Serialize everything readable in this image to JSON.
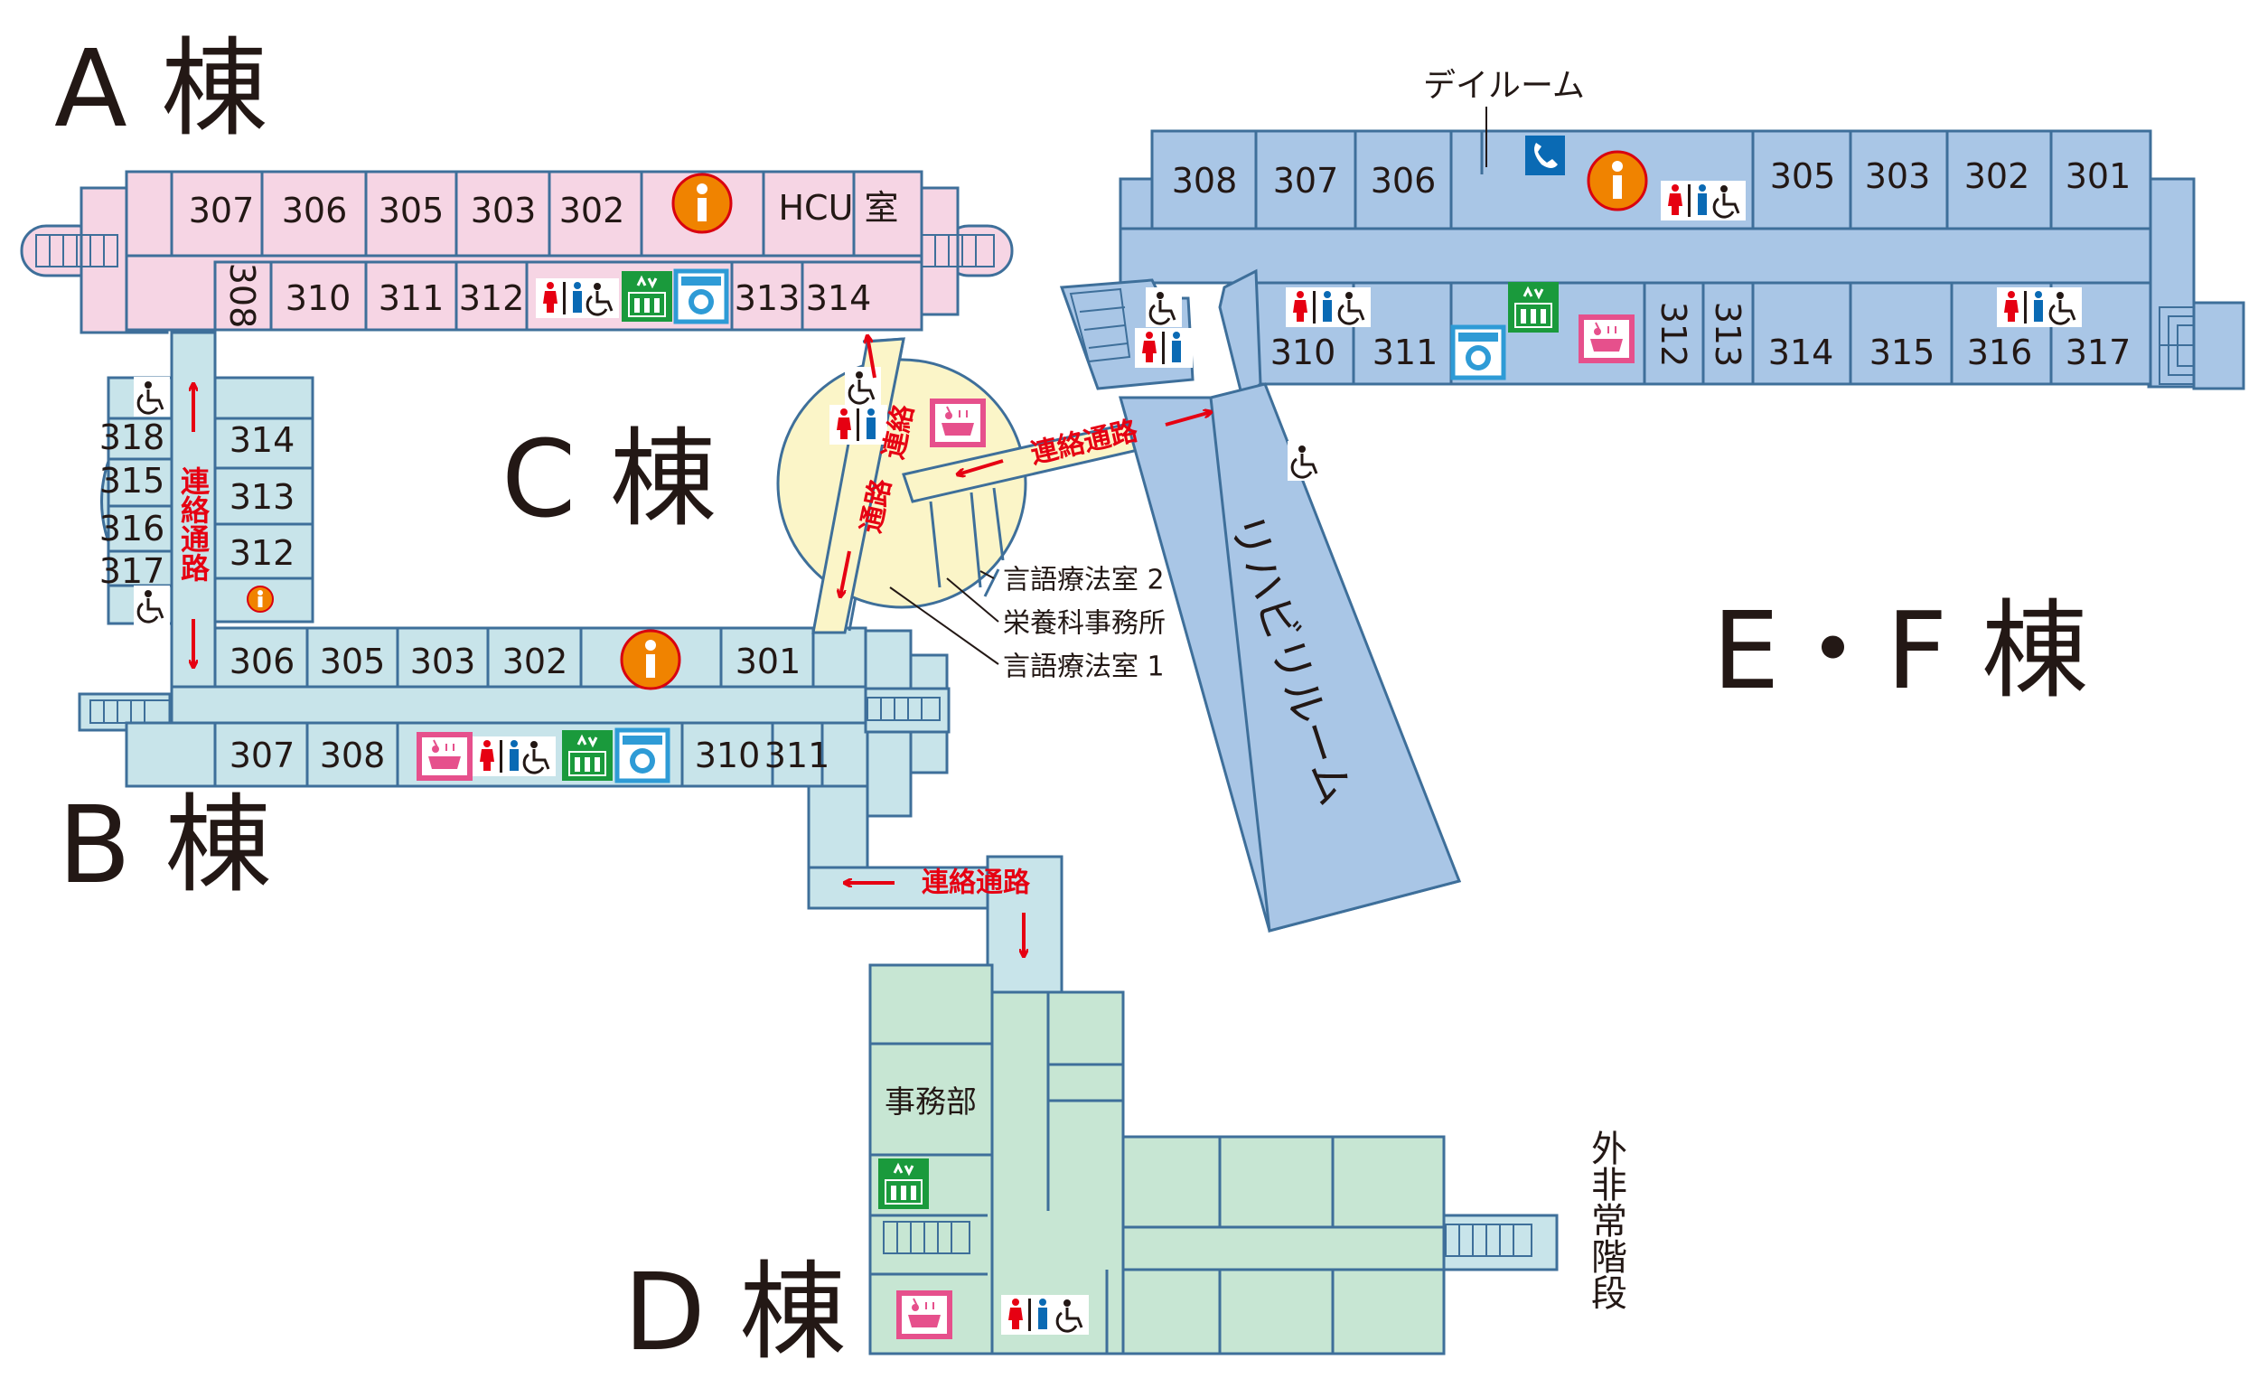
{
  "buildings": {
    "a": "A 棟",
    "b": "B 棟",
    "c": "C 棟",
    "d": "D 棟",
    "ef": "E・F 棟"
  },
  "a_wing": {
    "top_rooms": [
      "307",
      "306",
      "305",
      "303",
      "302"
    ],
    "hcu": "HCU 室",
    "bottom_rooms": [
      "308",
      "310",
      "311",
      "312",
      "313",
      "314"
    ]
  },
  "c_wing": {
    "left_rooms": [
      "318",
      "315",
      "316",
      "317"
    ],
    "inner_rooms": [
      "314",
      "313",
      "312"
    ],
    "bottom_rooms": [
      "306",
      "305",
      "303",
      "302",
      "301"
    ]
  },
  "b_wing": {
    "rooms": [
      "307",
      "308",
      "310",
      "311"
    ]
  },
  "ef_wing": {
    "top_left_rooms": [
      "308",
      "307",
      "306"
    ],
    "top_right_rooms": [
      "305",
      "303",
      "302",
      "301"
    ],
    "bottom_rooms": [
      "310",
      "311",
      "312",
      "313",
      "314",
      "315",
      "316",
      "317"
    ],
    "dayroom": "デイルーム",
    "rehab": "リハビリルーム"
  },
  "junction": {
    "room1": "言語療法室 2",
    "room2": "栄養科事務所",
    "room3": "言語療法室 1"
  },
  "d_wing": {
    "office": "事務部",
    "stairs": "外非常階段"
  },
  "corridors": {
    "vertical_label": "連絡通路",
    "short_a": "連絡",
    "short_b": "通路",
    "diagonal": "連絡通路",
    "bottom": "連絡通路"
  },
  "icons": [
    "info-icon",
    "toilet-icon",
    "wheelchair-icon",
    "elevator-icon",
    "laundry-icon",
    "bath-icon",
    "phone-icon",
    "stair-icon"
  ],
  "colors": {
    "a_wing": "#f6d5e4",
    "b_c_wing": "#c8e4ea",
    "ef_wing": "#a9c6e6",
    "d_wing": "#c7e6d3",
    "junction": "#fbf5c8",
    "info": "#f08300",
    "corridor_text": "#e60012",
    "elevator": "#1a9a3c",
    "laundry": "#2e9bd6",
    "bath": "#e6508c",
    "phone": "#0a6ab4"
  }
}
